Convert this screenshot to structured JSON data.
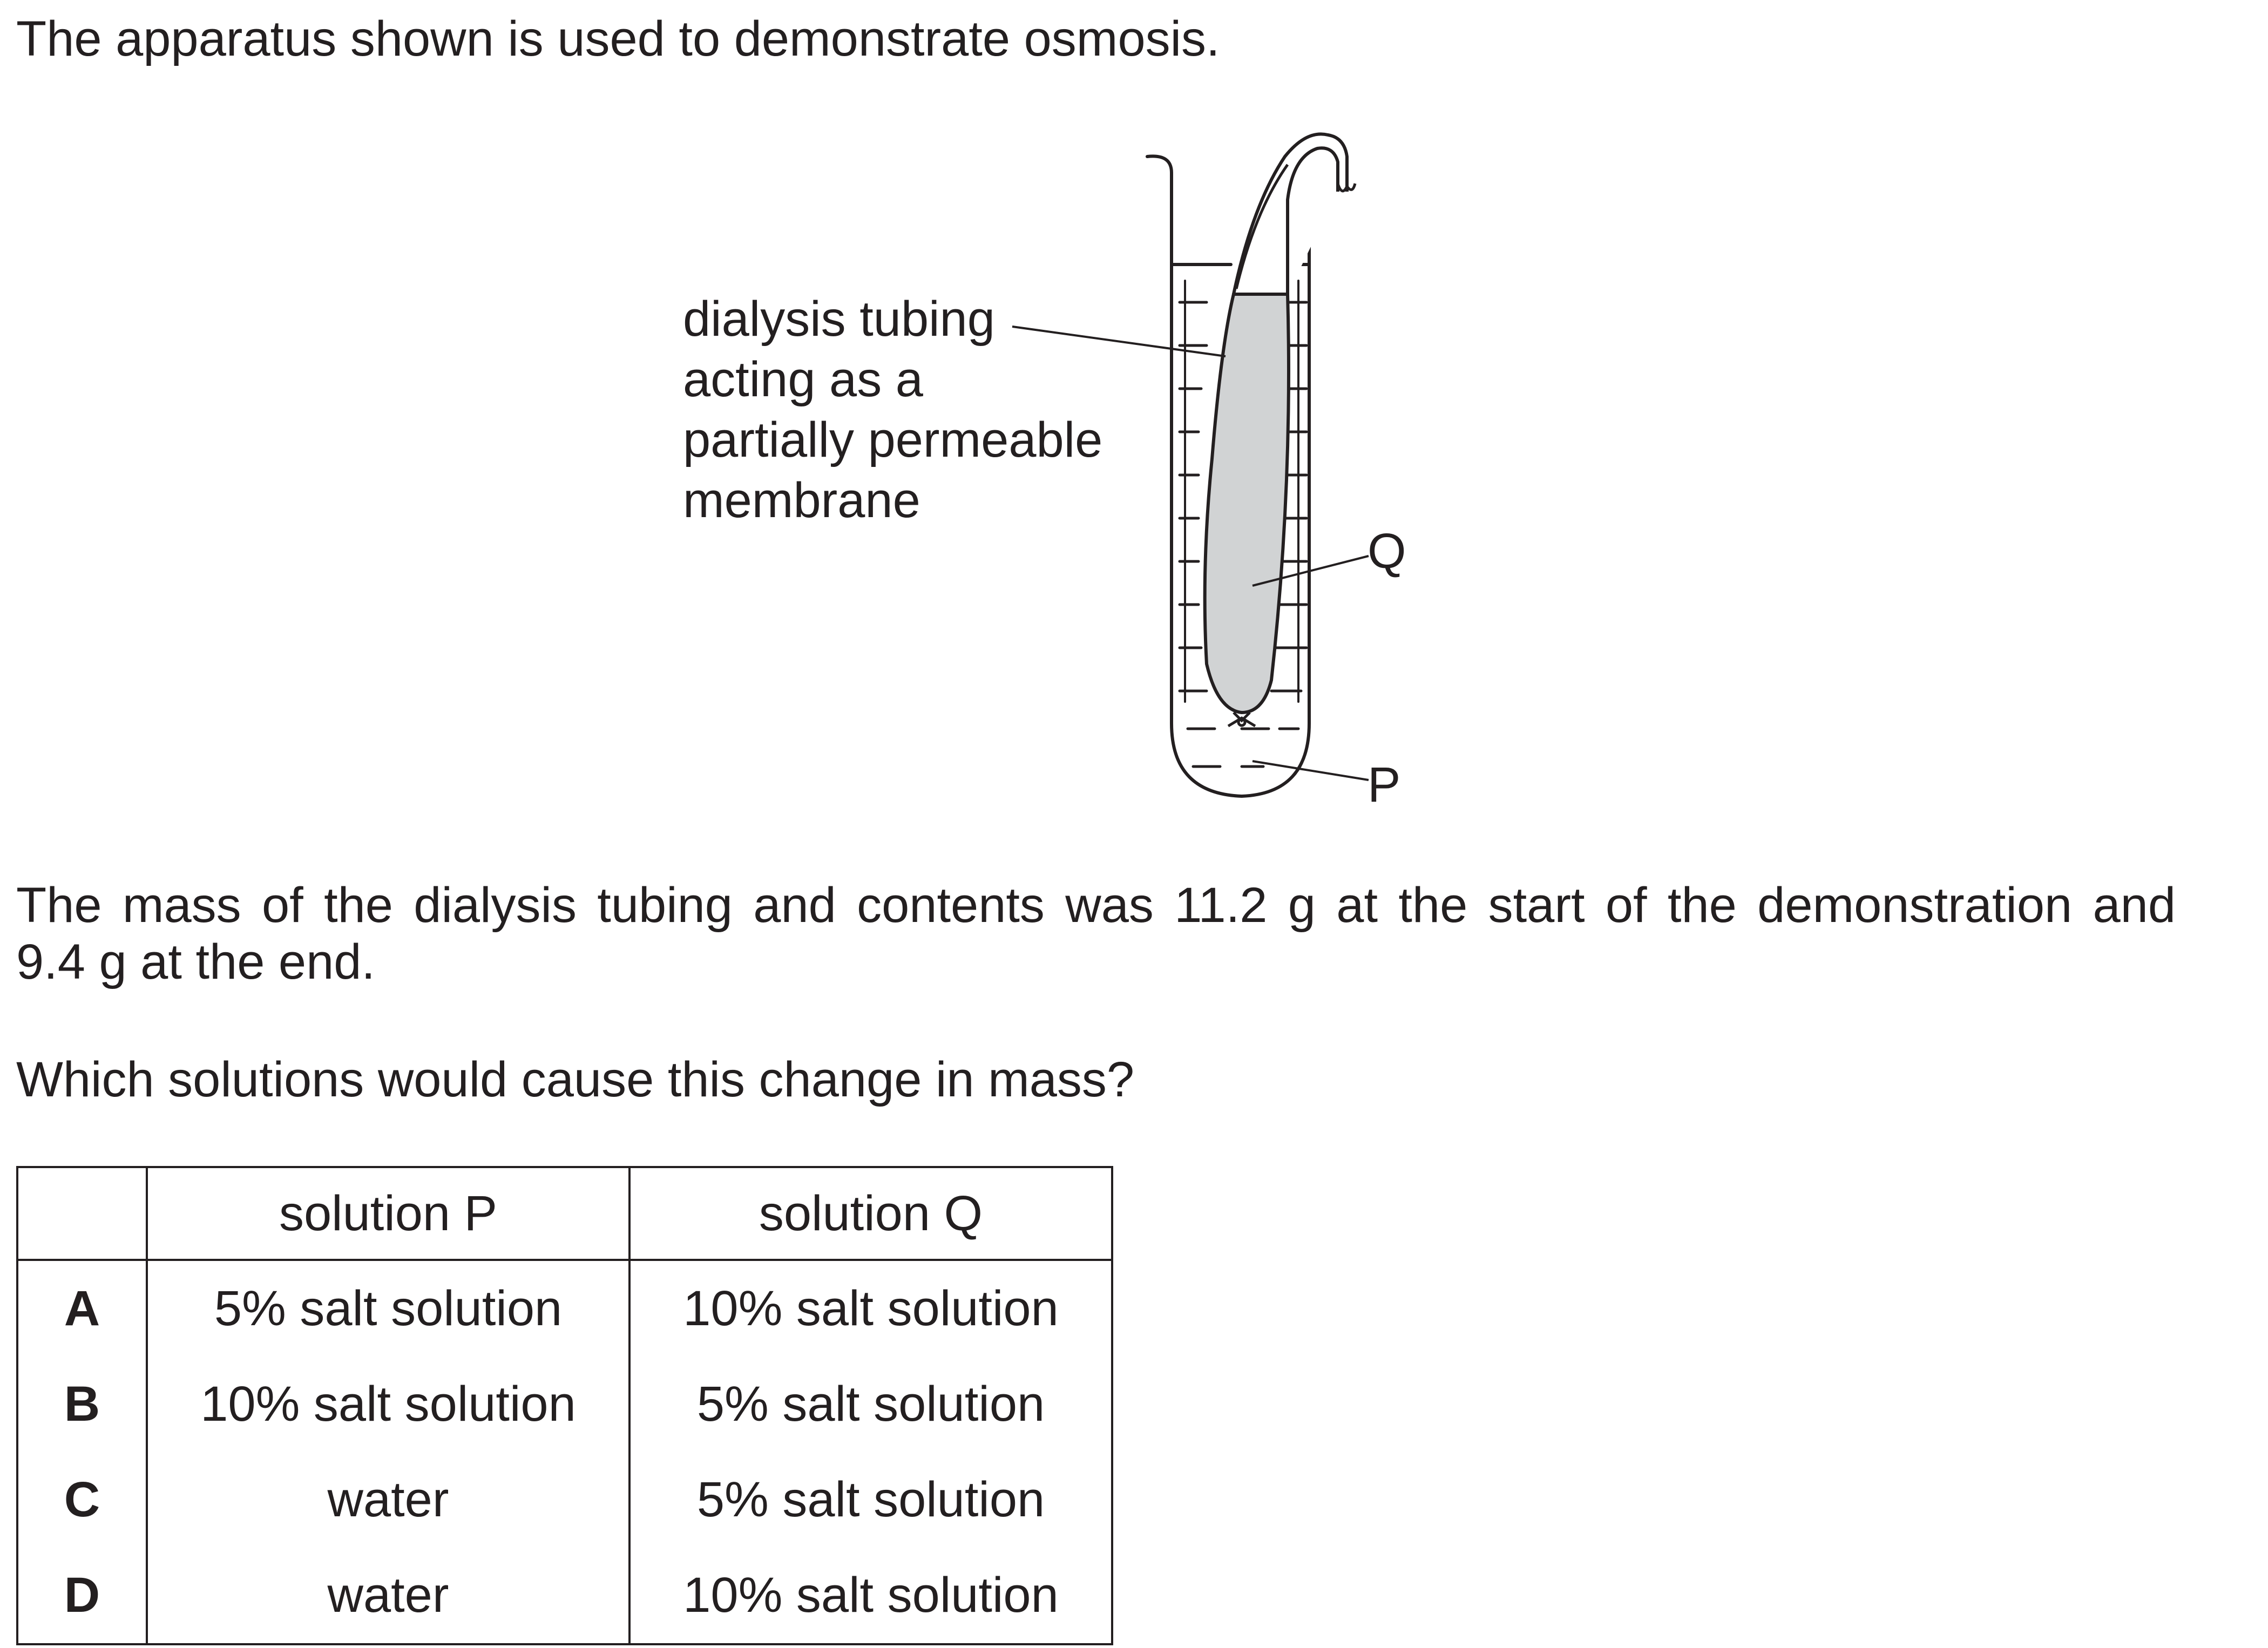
{
  "intro": "The apparatus shown is used to demonstrate osmosis.",
  "diagram": {
    "membrane_label_lines": [
      "dialysis tubing",
      "acting as a",
      "partially permeable",
      "membrane"
    ],
    "label_q": "Q",
    "label_p": "P"
  },
  "mass_statement": {
    "line1": "The mass of the dialysis tubing and contents was 11.2 g at the start of the demonstration and",
    "line2": "9.4 g at the end."
  },
  "question": "Which solutions would cause this change in mass?",
  "table": {
    "headers": [
      "",
      "solution P",
      "solution Q"
    ],
    "rows": [
      {
        "key": "A",
        "p": "5% salt solution",
        "q": "10% salt solution"
      },
      {
        "key": "B",
        "p": "10% salt solution",
        "q": "5% salt solution"
      },
      {
        "key": "C",
        "p": "water",
        "q": "5% salt solution"
      },
      {
        "key": "D",
        "p": "water",
        "q": "10% salt solution"
      }
    ]
  },
  "colors": {
    "ink": "#231f20",
    "solution_q_fill": "#d1d3d4"
  }
}
